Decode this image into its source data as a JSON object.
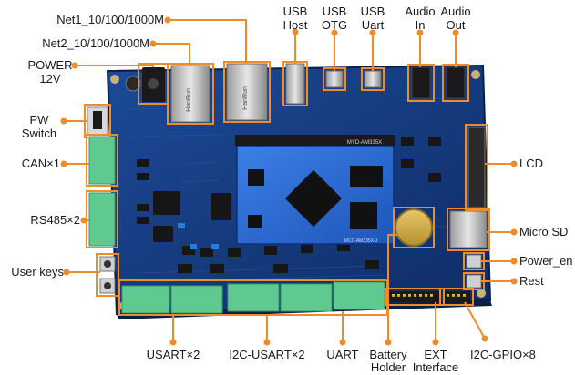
{
  "labels": {
    "net1": "Net1_10/100/1000M",
    "net2": "Net2_10/100/1000M",
    "power": "POWER",
    "power_v": "12V",
    "pw": "PW",
    "pw2": "Switch",
    "can": "CAN×1",
    "rs485": "RS485×2",
    "userkeys": "User keys",
    "usb_host": "USB",
    "usb_host2": "Host",
    "usb_otg": "USB",
    "usb_otg2": "OTG",
    "usb_uart": "USB",
    "usb_uart2": "Uart",
    "audio_in": "Audio",
    "audio_in2": "In",
    "audio_out": "Audio",
    "audio_out2": "Out",
    "lcd": "LCD",
    "microsd": "Micro SD",
    "power_en": "Power_en",
    "rest": "Rest",
    "usart": "USART×2",
    "i2c_usart": "I2C-USART×2",
    "uart": "UART",
    "battery": "Battery",
    "battery2": "Holder",
    "ext": "EXT",
    "ext2": "Interface",
    "i2c_gpio": "I2C-GPIO×8"
  },
  "board": {
    "module_marking": "MYD-AM335X",
    "module_marking2": "MCC-AM335X-J",
    "jack_marking": "HanRun"
  },
  "colors": {
    "callout": "#f08c28",
    "board": "#163a7a",
    "board_dark": "#0e2a5e",
    "terminal": "#5fc98f",
    "module": "#2f6fd6",
    "chip": "#111111"
  }
}
